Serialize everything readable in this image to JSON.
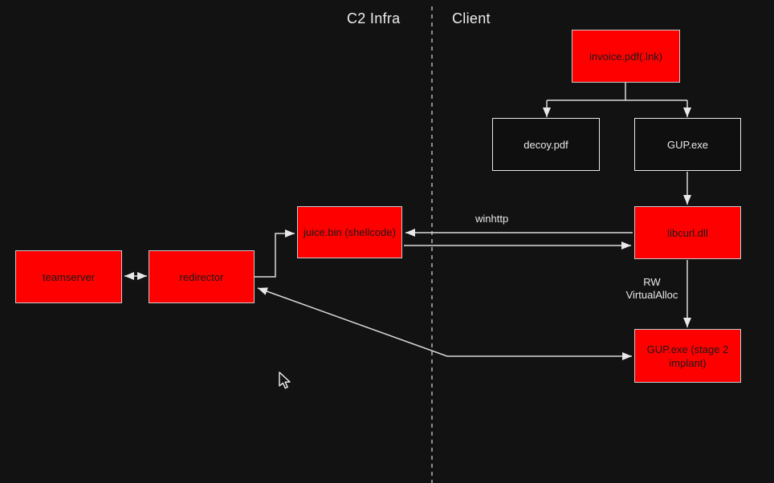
{
  "lanes": {
    "left_label": "C2 Infra",
    "right_label": "Client"
  },
  "nodes": {
    "invoice": {
      "label": "invoice.pdf(.lnk)",
      "style": "red"
    },
    "decoy": {
      "label": "decoy.pdf",
      "style": "dark"
    },
    "gup": {
      "label": "GUP.exe",
      "style": "dark"
    },
    "libcurl": {
      "label": "libcurl.dll",
      "style": "red"
    },
    "juice": {
      "label": "juice.bin (shellcode)",
      "style": "red"
    },
    "teamserver": {
      "label": "teamserver",
      "style": "red"
    },
    "redirector": {
      "label": "redirector",
      "style": "red"
    },
    "stage2": {
      "label": "GUP.exe (stage 2 implant)",
      "style": "red"
    }
  },
  "edge_labels": {
    "winhttp": "winhttp",
    "rw_line1": "RW",
    "rw_line2": "VirtualAlloc"
  },
  "colors": {
    "background": "#121212",
    "node_fill_red": "#ff0000",
    "node_fill_dark": "#0f0f0f",
    "node_border_red": "#c9c9c9",
    "node_border_dark": "#e8e8e8",
    "edge_stroke": "#d9d9d9",
    "divider": "#cfcfcf",
    "text_on_red": "#1a1a1a",
    "text_light": "#e8e8e8"
  }
}
